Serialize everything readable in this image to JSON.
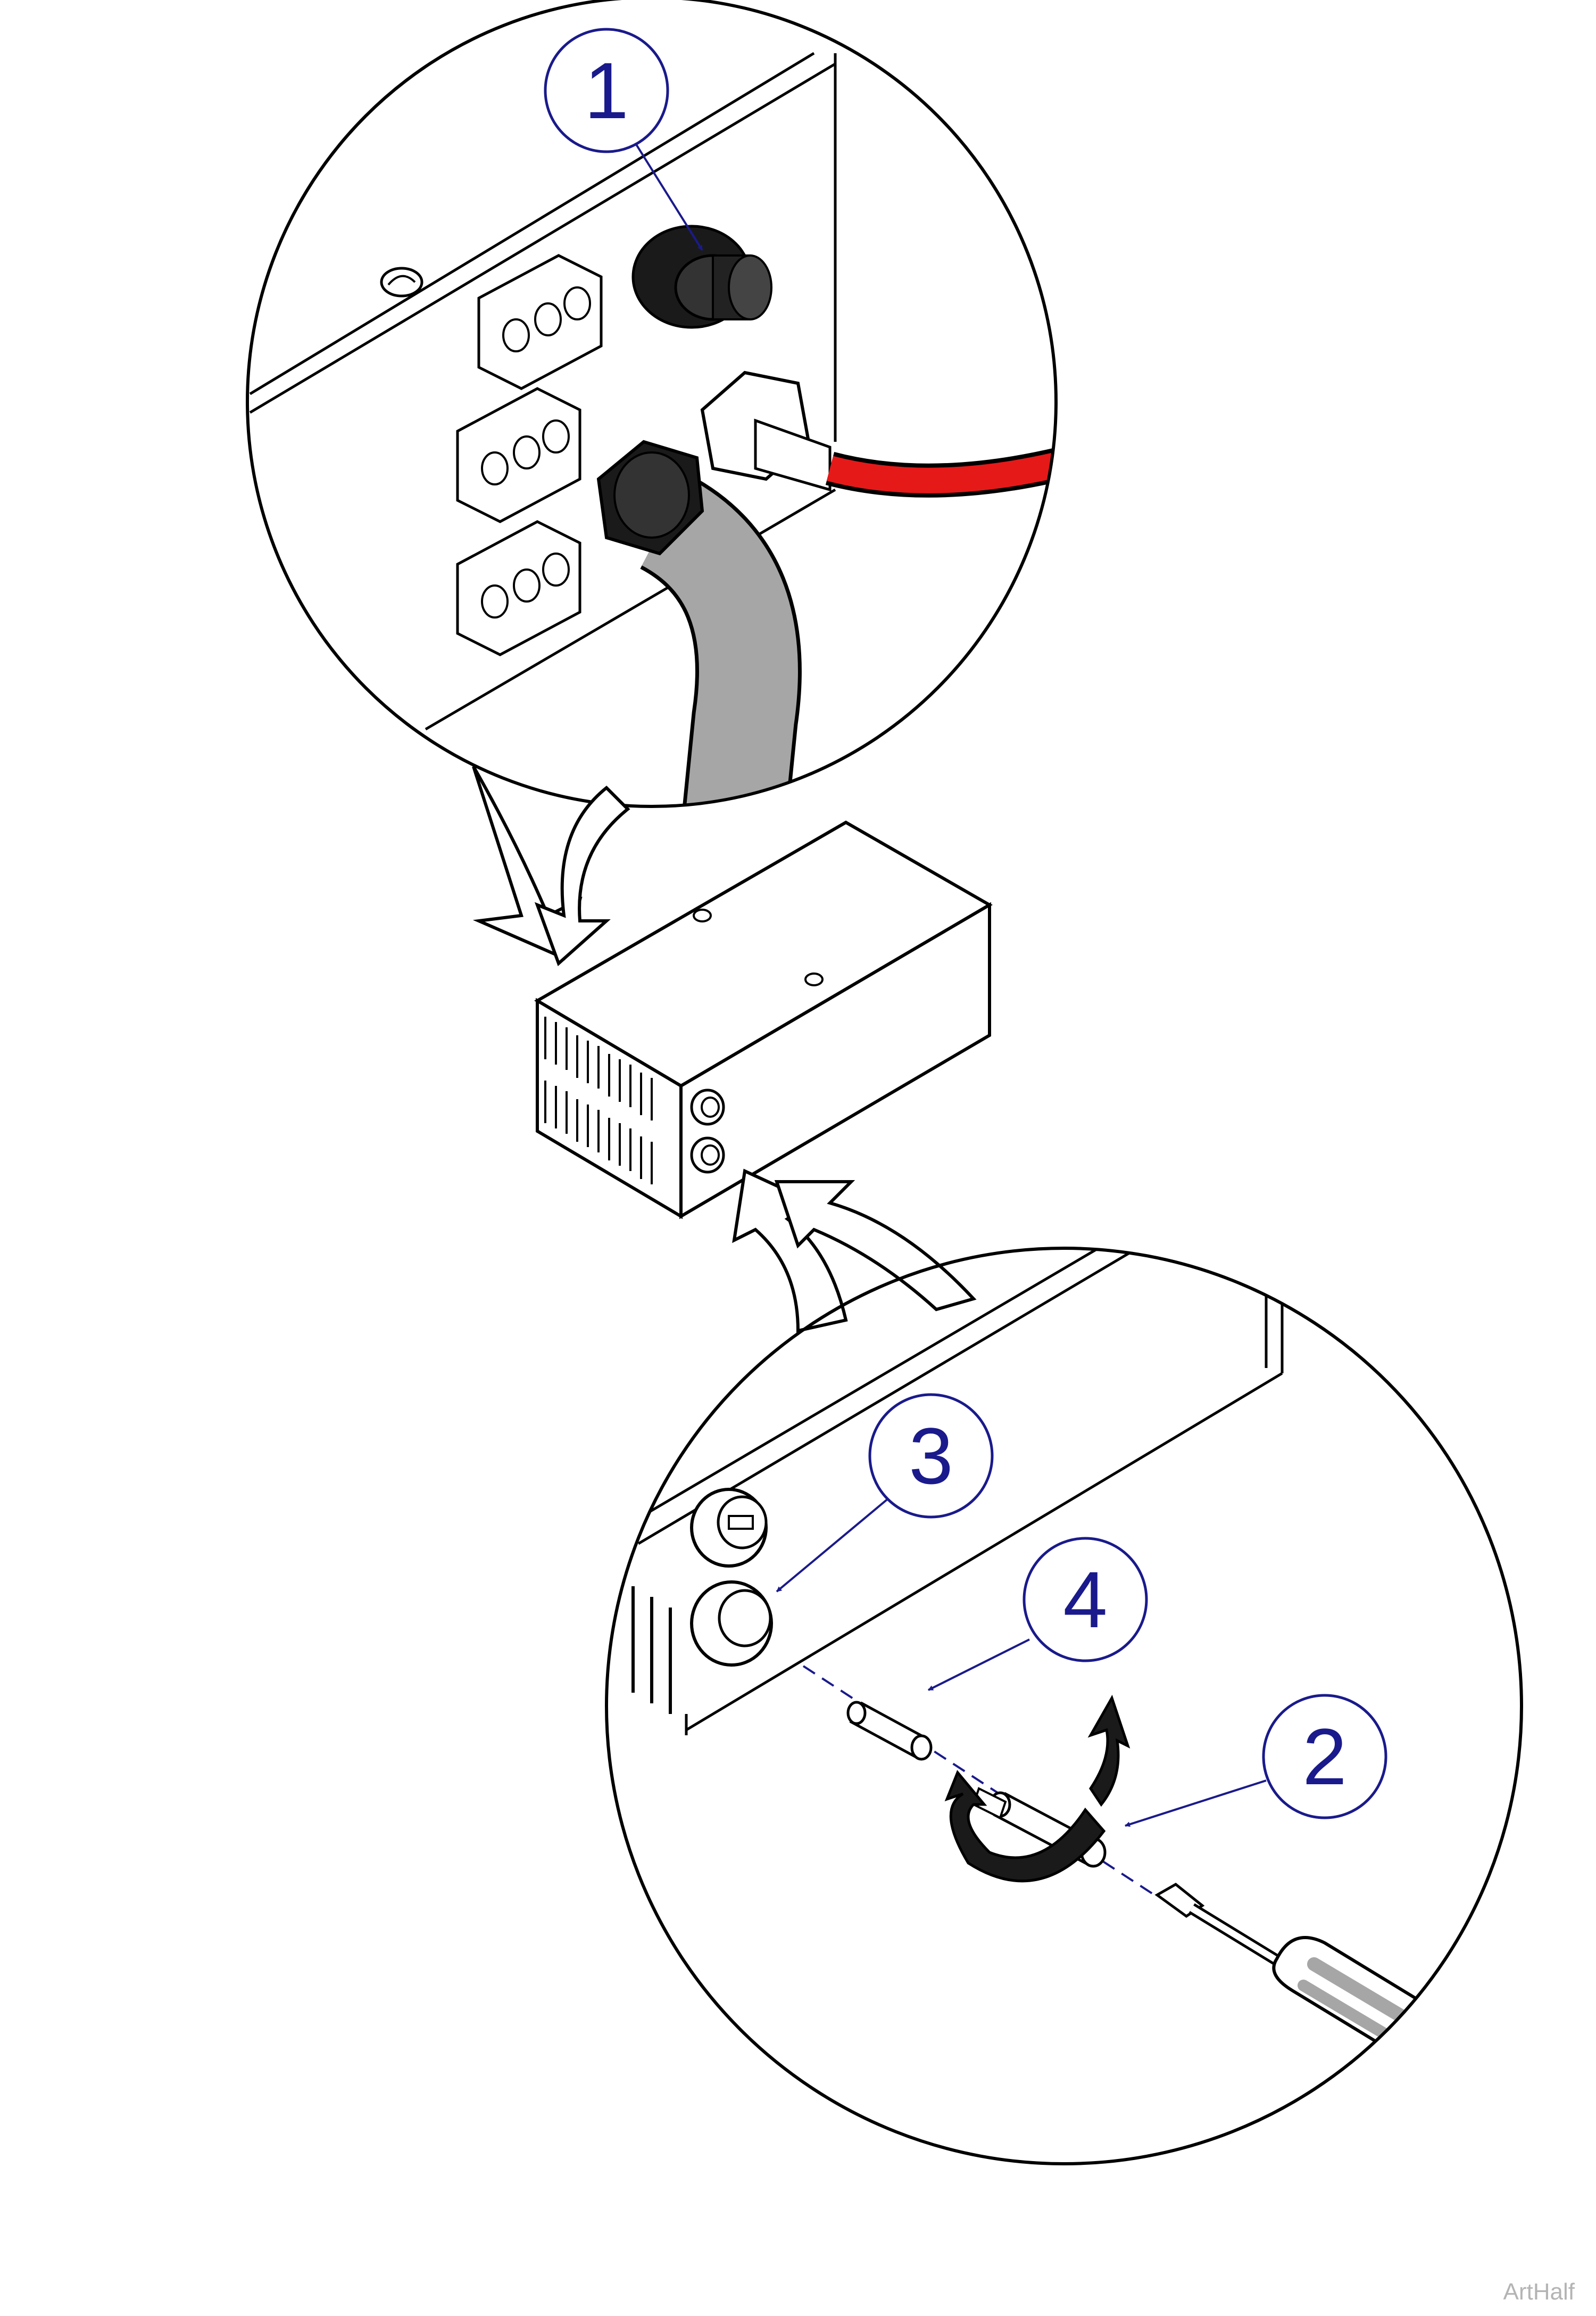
{
  "colors": {
    "callout": "#1a1a8c",
    "line": "#000000",
    "hose": "#a6a6a6",
    "red_hose": "#e61919",
    "watermark": "#b4b4b4"
  },
  "callouts": [
    {
      "id": "1",
      "label": "1"
    },
    {
      "id": "2",
      "label": "2"
    },
    {
      "id": "3",
      "label": "3"
    },
    {
      "id": "4",
      "label": "4"
    }
  ],
  "icons": {
    "rotate": "rotate-arrow-icon",
    "transition": "curved-arrow-icon"
  },
  "watermark": "ArtHalf"
}
